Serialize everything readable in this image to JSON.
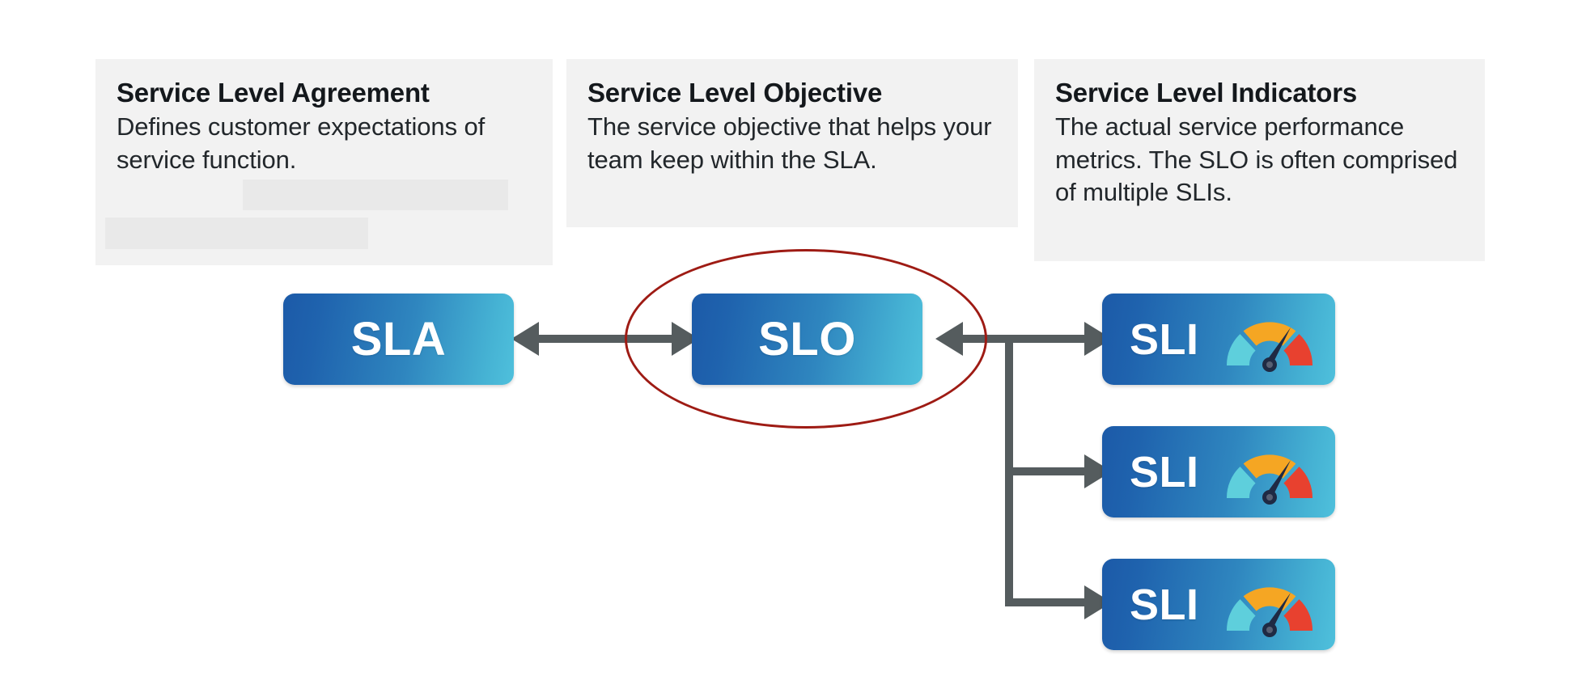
{
  "diagram": {
    "title_semantic": "SLA SLO SLI relationship diagram",
    "background_color": "#ffffff",
    "card_background": "#f2f2f2",
    "redaction_color": "#e9e9e9",
    "connector_color": "#555c5e",
    "highlight_ellipse_color": "#9e1b14",
    "node_gradient_from": "#1c5aa8",
    "node_gradient_to": "#4fc0dc"
  },
  "cards": [
    {
      "title": "Service Level Agreement",
      "body": "Defines customer expectations of service function.",
      "redactions": 2
    },
    {
      "title": "Service Level Objective",
      "body": "The service objective that helps your team keep within the SLA.",
      "redactions": 0
    },
    {
      "title": "Service Level Indicators",
      "body": "The actual service performance metrics. The SLO is often comprised of multiple SLIs.",
      "redactions": 0
    }
  ],
  "nodes": {
    "sla": {
      "label": "SLA"
    },
    "slo": {
      "label": "SLO",
      "highlighted": true
    },
    "sli": [
      {
        "label": "SLI",
        "icon": "gauge-icon"
      },
      {
        "label": "SLI",
        "icon": "gauge-icon"
      },
      {
        "label": "SLI",
        "icon": "gauge-icon"
      }
    ]
  },
  "gauge": {
    "segment_colors": [
      "#5ecfdc",
      "#f5a623",
      "#e8412f"
    ],
    "needle_color": "#1f2a44"
  },
  "connectors": [
    {
      "name": "sla-slo",
      "type": "double-arrow"
    },
    {
      "name": "slo-sli-trunk",
      "type": "arrow-with-branches",
      "branches": 3
    }
  ]
}
